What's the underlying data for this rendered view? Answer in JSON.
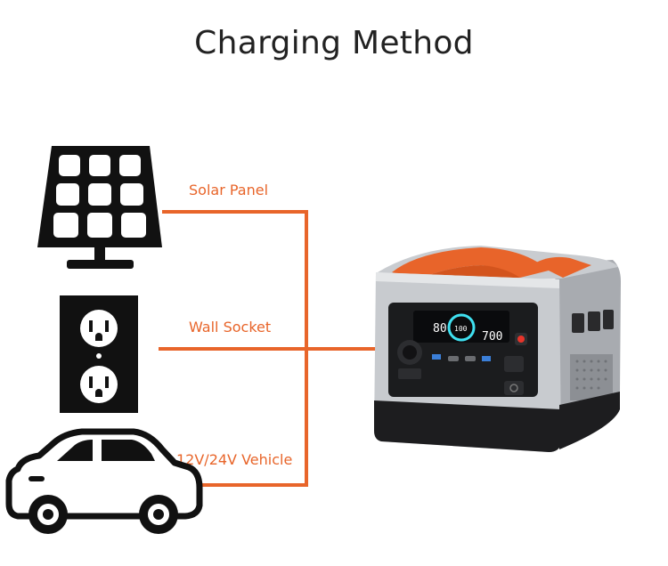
{
  "title": "Charging Method",
  "sources": {
    "solar": "Solar Panel",
    "wall": "Wall Socket",
    "vehicle": "12V/24V Vehicle"
  },
  "device": {
    "display_left": "80",
    "display_center": "100",
    "display_right": "700"
  },
  "colors": {
    "accent": "#e8652a",
    "ink": "#111111"
  },
  "icons": [
    "solar-panel-icon",
    "wall-socket-icon",
    "car-icon",
    "power-station-icon"
  ]
}
